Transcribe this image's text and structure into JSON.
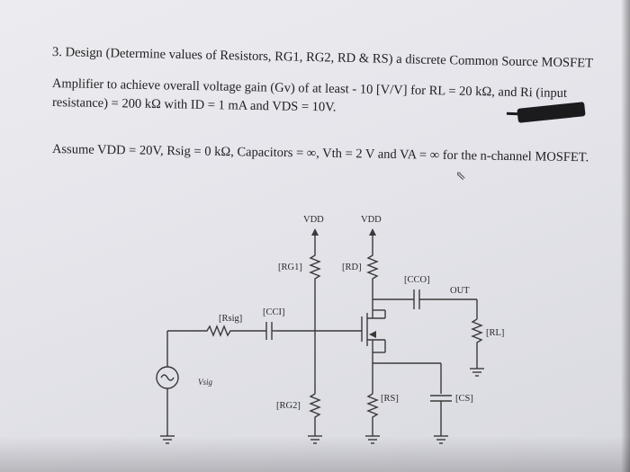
{
  "problem": {
    "line1": "3. Design (Determine values of Resistors, RG1, RG2, RD & RS) a discrete Common Source MOSFET",
    "line2": "Amplifier to achieve overall voltage gain (Gv) of at least - 10 [V/V] for RL = 20 kΩ, and Ri (input",
    "line3": "resistance) = 200 kΩ with ID = 1 mA and VDS = 10V.",
    "line4": "Assume VDD = 20V, Rsig = 0 kΩ, Capacitors = ∞, Vth = 2 V and VA = ∞ for the n-channel MOSFET."
  },
  "circuit": {
    "vdd_left": "VDD",
    "vdd_right": "VDD",
    "rg1": "[RG1]",
    "rd": "[RD]",
    "cco": "[CCO]",
    "out": "OUT",
    "rsig": "[Rsig]",
    "cci": "[CCI]",
    "rl": "[RL]",
    "vsig": "Vsig",
    "rg2": "[RG2]",
    "rs": "[RS]",
    "cs": "[CS]"
  }
}
